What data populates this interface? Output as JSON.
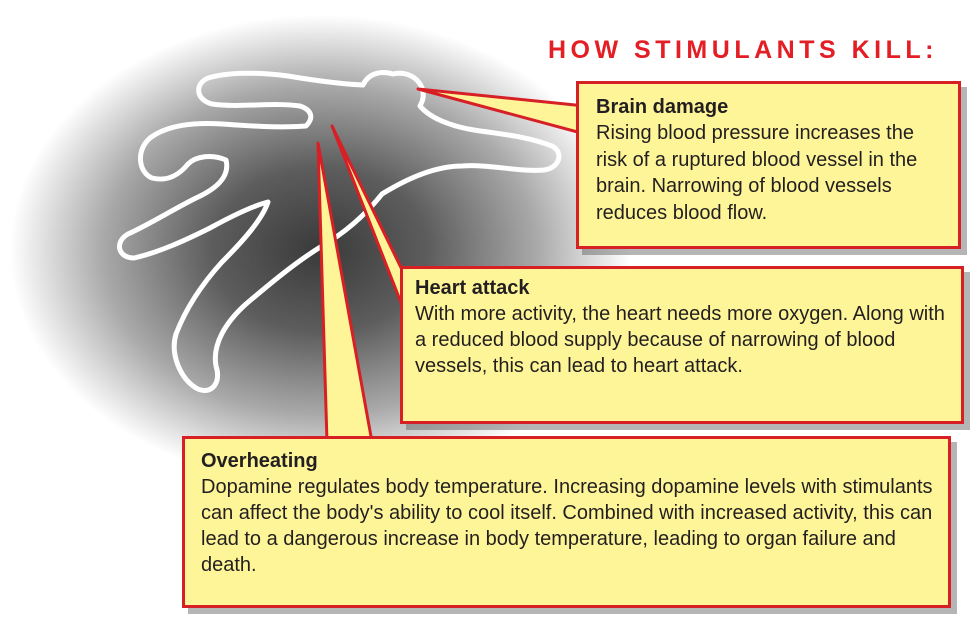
{
  "title": "HOW STIMULANTS KILL:",
  "callouts": {
    "brain": {
      "heading": "Brain damage",
      "text": "Rising blood pressure increases the risk of a ruptured blood vessel in the brain. Narrowing of blood vessels reduces blood flow."
    },
    "heart": {
      "heading": "Heart attack",
      "text": "With more activity, the heart needs more oxygen. Along with a reduced blood supply because of narrowing of blood vessels, this can lead to heart attack."
    },
    "overheating": {
      "heading": "Overheating",
      "text": "Dopamine regulates body temperature. Increasing dopamine levels with stimulants can affect the body's ability to cool itself. Combined with increased activity, this can lead to a dangerous increase in body temperature, leading to organ failure and death."
    }
  },
  "colors": {
    "accent_red": "#e31e24",
    "callout_fill": "#fdf597",
    "callout_border": "#d71f26",
    "outline": "#ffffff",
    "shadow_dark": "#3a3a3a"
  }
}
